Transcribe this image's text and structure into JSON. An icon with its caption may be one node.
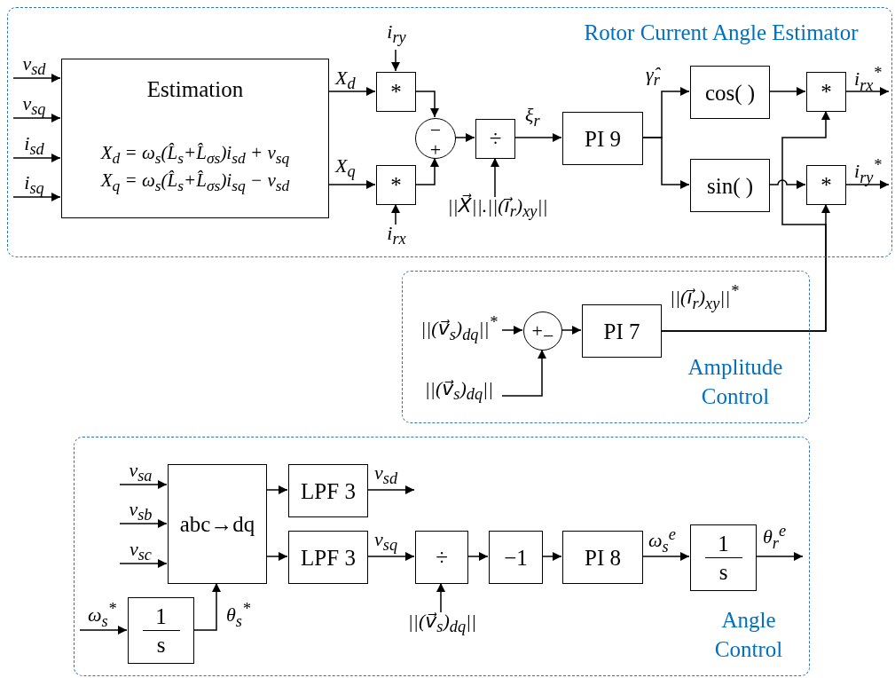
{
  "diagram": {
    "nodes": [
      {
        "text": [
          "Rotor Current Angle Estimator"
        ]
      },
      {
        "text": [
          "v$_{sd}$"
        ],
        "in": 0
      },
      {
        "text": [
          "v$_{sq}$"
        ],
        "in": 0
      },
      {
        "text": [
          "i$_{sd}$"
        ],
        "in": 0
      },
      {
        "text": [
          "i$_{sq}$"
        ],
        "in": 0
      },
      {
        "text": [
          "Estimation",
          "X$_{d}$ = ω$_{s}$(L̂$_{s}$+L̂$_{σs}$)i$_{sd}$ + v$_{sq}$",
          "X$_{q}$ = ω$_{s}$(L̂$_{s}$+L̂$_{σs}$)i$_{sq}$ − v$_{sd}$"
        ],
        "in": 0
      },
      {
        "text": [
          "i$_{ry}$"
        ],
        "in": 0
      },
      {
        "text": [
          "*"
        ],
        "in": 0
      },
      {
        "text": [
          "*"
        ],
        "in": 0
      },
      {
        "text": [
          "i$_{rx}$"
        ],
        "in": 0
      },
      {
        "text": [
          "−",
          "+"
        ],
        "in": 0
      },
      {
        "text": [
          "÷"
        ],
        "in": 0
      },
      {
        "text": [
          "||X⃗||.||(i⃗$_{r}$)$_{xy}$||"
        ],
        "in": 0
      },
      {
        "text": [
          "PI 9"
        ],
        "in": 0
      },
      {
        "text": [
          "cos( )"
        ],
        "in": 0
      },
      {
        "text": [
          "sin( )"
        ],
        "in": 0
      },
      {
        "text": [
          "*"
        ],
        "in": 0
      },
      {
        "text": [
          "*"
        ],
        "in": 0
      },
      {
        "text": [
          "Amplitude Control"
        ]
      },
      {
        "text": [
          "||(v⃗$_{s}$)$_{dq}$||$^{*}$"
        ],
        "in": 18
      },
      {
        "text": [
          "+",
          "−"
        ],
        "in": 18
      },
      {
        "text": [
          "PI 7"
        ],
        "in": 18
      },
      {
        "text": [
          "||(v⃗$_{s}$)$_{dq}$||"
        ],
        "in": 18
      },
      {
        "text": [
          "Angle Control"
        ]
      },
      {
        "text": [
          "v$_{sa}$"
        ],
        "in": 23
      },
      {
        "text": [
          "v$_{sb}$"
        ],
        "in": 23
      },
      {
        "text": [
          "v$_{sc}$"
        ],
        "in": 23
      },
      {
        "text": [
          "abc→dq"
        ],
        "in": 23
      },
      {
        "text": [
          "LPF 3"
        ],
        "in": 23
      },
      {
        "text": [
          "LPF 3"
        ],
        "in": 23
      },
      {
        "text": [
          "÷"
        ],
        "in": 23
      },
      {
        "text": [
          "−1"
        ],
        "in": 23
      },
      {
        "text": [
          "PI 8"
        ],
        "in": 23
      },
      {
        "text": [
          "1",
          "s"
        ],
        "in": 23
      },
      {
        "text": [
          "ω$_{s}$$^{*}$"
        ],
        "in": 23
      },
      {
        "text": [
          "1",
          "s"
        ],
        "in": 23
      },
      {
        "text": [
          "||(v⃗$_{s}$)$_{dq}$||"
        ],
        "in": 23
      }
    ],
    "edges": [
      {
        "from": 1,
        "to": 5,
        "arrow": "to"
      },
      {
        "from": 2,
        "to": 5,
        "arrow": "to"
      },
      {
        "from": 3,
        "to": 5,
        "arrow": "to"
      },
      {
        "from": 4,
        "to": 5,
        "arrow": "to"
      },
      {
        "from": 5,
        "to": 7,
        "arrow": "to",
        "label": "X$_{d}$"
      },
      {
        "from": 5,
        "to": 8,
        "arrow": "to",
        "label": "X$_{q}$"
      },
      {
        "from": 6,
        "to": 7,
        "arrow": "to"
      },
      {
        "from": 9,
        "to": 8,
        "arrow": "to"
      },
      {
        "from": 7,
        "to": 10,
        "arrow": "to"
      },
      {
        "from": 8,
        "to": 10,
        "arrow": "to"
      },
      {
        "from": 10,
        "to": 11,
        "arrow": "to"
      },
      {
        "from": 12,
        "to": 11,
        "arrow": "to"
      },
      {
        "from": 11,
        "to": 13,
        "arrow": "to",
        "label": "ξ$_{r}$"
      },
      {
        "from": 13,
        "to": 14,
        "arrow": "to",
        "label": "γ̂$_{r}$"
      },
      {
        "from": 13,
        "to": 15,
        "arrow": "to"
      },
      {
        "from": 14,
        "to": 16,
        "arrow": "to"
      },
      {
        "from": 15,
        "to": 17,
        "arrow": "to"
      },
      {
        "from": 16,
        "to": null,
        "arrow": "to",
        "label": "i$_{rx}$$^{*}$"
      },
      {
        "from": 17,
        "to": null,
        "arrow": "to",
        "label": "i$_{ry}$$^{*}$"
      },
      {
        "from": 21,
        "to": 16,
        "arrow": "to",
        "label": "||(i⃗$_{r}$)$_{xy}$||$^{*}$"
      },
      {
        "from": 21,
        "to": 17,
        "arrow": "to"
      },
      {
        "from": 19,
        "to": 20,
        "arrow": "to"
      },
      {
        "from": 22,
        "to": 20,
        "arrow": "to"
      },
      {
        "from": 20,
        "to": 21,
        "arrow": "to"
      },
      {
        "from": 24,
        "to": 27,
        "arrow": "to"
      },
      {
        "from": 25,
        "to": 27,
        "arrow": "to"
      },
      {
        "from": 26,
        "to": 27,
        "arrow": "to"
      },
      {
        "from": 27,
        "to": 28,
        "arrow": "to"
      },
      {
        "from": 27,
        "to": 29,
        "arrow": "to"
      },
      {
        "from": 28,
        "to": null,
        "arrow": "to",
        "label": "v$_{sd}$"
      },
      {
        "from": 29,
        "to": 30,
        "arrow": "to",
        "label": "v$_{sq}$"
      },
      {
        "from": 36,
        "to": 30,
        "arrow": "to"
      },
      {
        "from": 30,
        "to": 31,
        "arrow": "to"
      },
      {
        "from": 31,
        "to": 32,
        "arrow": "to"
      },
      {
        "from": 32,
        "to": 33,
        "arrow": "to",
        "label": "ω$_{s}$$^{e}$"
      },
      {
        "from": 33,
        "to": null,
        "arrow": "to",
        "label": "θ$_{r}$$^{e}$"
      },
      {
        "from": 34,
        "to": 35,
        "arrow": "to"
      },
      {
        "from": 35,
        "to": 27,
        "arrow": "to",
        "label": "θ$_{s}$$^{*}$"
      }
    ]
  }
}
